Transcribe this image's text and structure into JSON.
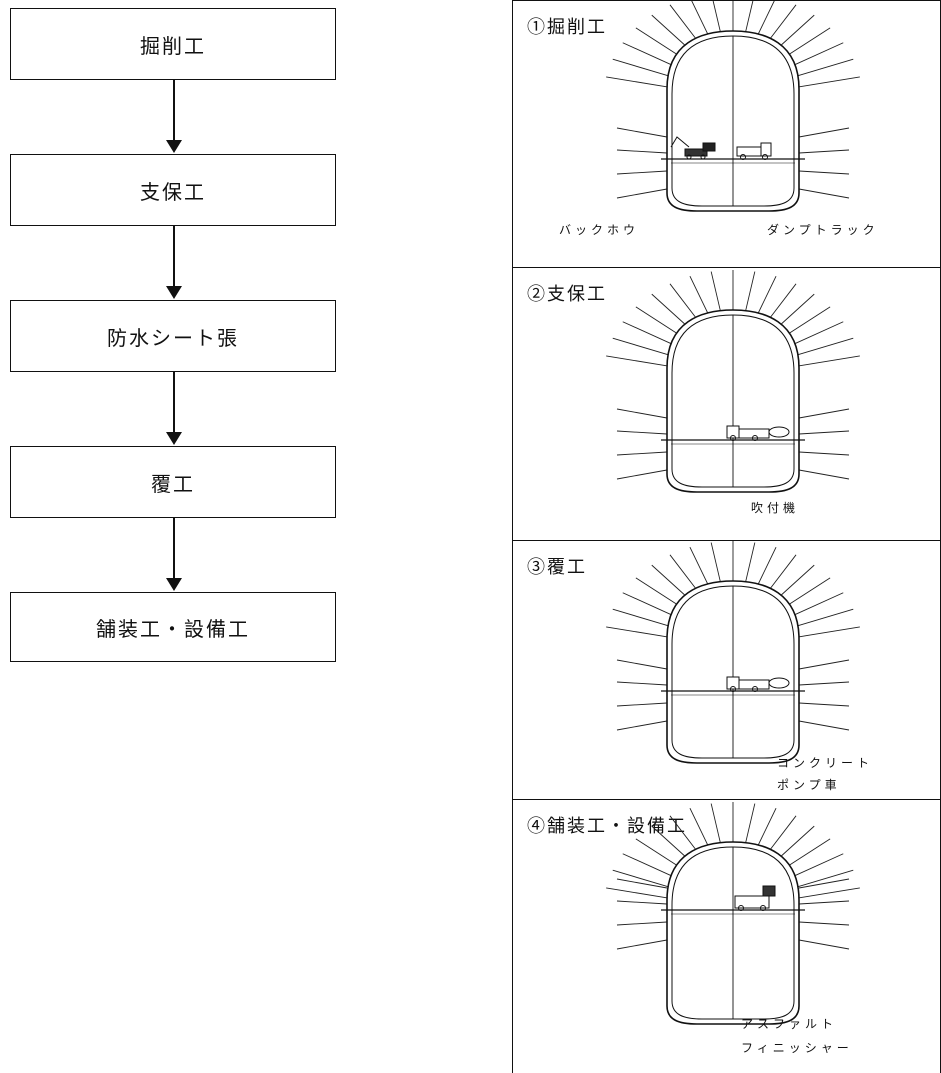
{
  "flow": {
    "steps": [
      {
        "label": "掘削工"
      },
      {
        "label": "支保工"
      },
      {
        "label": "防水シート張"
      },
      {
        "label": "覆工"
      },
      {
        "label": "舗装工・設備工"
      }
    ]
  },
  "panels": [
    {
      "title": "①掘削工",
      "labels": [
        "バックホウ",
        "ダンプトラック"
      ],
      "equipment": [
        "excavator",
        "dump-truck"
      ]
    },
    {
      "title": "②支保工",
      "labels": [
        "吹付機"
      ],
      "equipment": [
        "shotcrete-machine"
      ]
    },
    {
      "title": "③覆工",
      "labels": [
        "コンクリート",
        "ポンプ車"
      ],
      "equipment": [
        "concrete-pump-truck"
      ]
    },
    {
      "title": "④舗装工・設備工",
      "labels": [
        "アスファルト",
        "フィニッシャー"
      ],
      "equipment": [
        "asphalt-finisher"
      ]
    }
  ]
}
